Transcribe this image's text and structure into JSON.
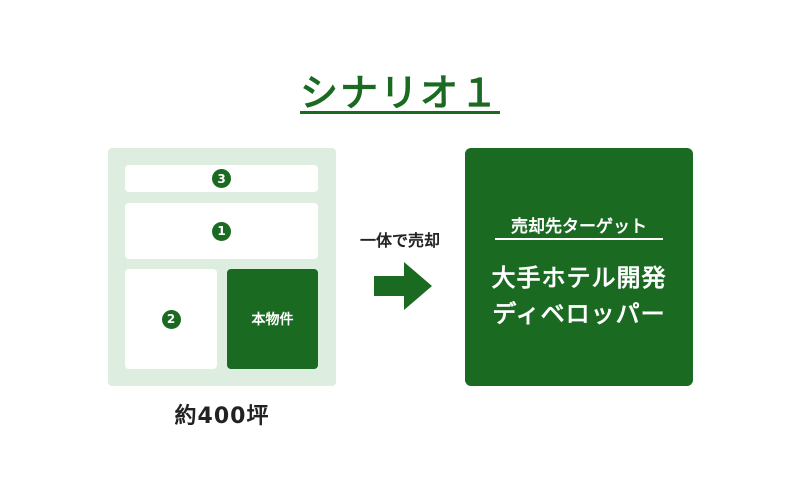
{
  "title": "シナリオ１",
  "site": {
    "plot_3": "3",
    "plot_1": "1",
    "plot_2": "2",
    "main_property": "本物件",
    "area": "約400坪"
  },
  "sale_label": "一体で売却",
  "target": {
    "heading": "売却先ターゲット",
    "line_1": "大手ホテル開発",
    "line_2": "ディベロッパー"
  },
  "colors": {
    "accent": "#1b6a22",
    "site_background": "#ddeee1"
  }
}
